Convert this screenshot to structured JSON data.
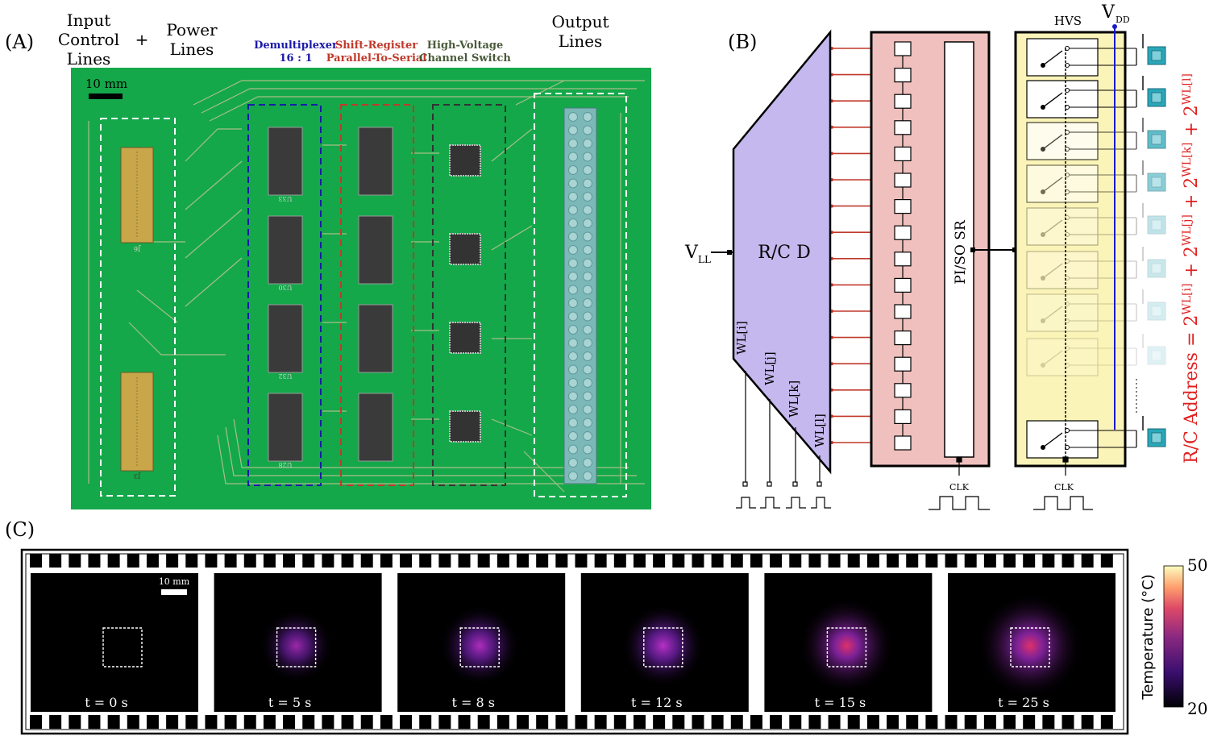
{
  "panels": {
    "a_label": "(A)",
    "b_label": "(B)",
    "c_label": "(C)"
  },
  "panel_a": {
    "headings": {
      "input_control": [
        "Input",
        "Control",
        "Lines"
      ],
      "plus": "+",
      "power": [
        "Power",
        "Lines"
      ],
      "output": [
        "Output",
        "Lines"
      ],
      "demux": [
        "Demultiplexer",
        "16 : 1"
      ],
      "shift": [
        "Shift-Register",
        "Parallel-To-Serial"
      ],
      "hv": [
        "High-Voltage",
        "Channel Switch"
      ]
    },
    "scale_bar": "10 mm",
    "connector_labels": [
      "J6",
      "J3"
    ],
    "chip_labels": [
      "U33",
      "U30",
      "U32",
      "U28"
    ],
    "colors": {
      "pcb": "#14a84a",
      "demux": "#1c1aa8",
      "shift": "#c0392b",
      "hv": "#4a5a3a"
    }
  },
  "panel_b": {
    "vll": "V",
    "vll_sub": "LL",
    "rcd": "R/C D",
    "wl_labels": [
      "WL[i]",
      "WL[j]",
      "WL[k]",
      "WL[l]"
    ],
    "piso": "PI/SO SR",
    "clk": "CLK",
    "hvs": "HVS",
    "vdd": "V",
    "vdd_sub": "DD",
    "address": {
      "prefix": "R/C Address = 2",
      "t1": "WL[i]",
      "p1": " + 2",
      "t2": "WL[j]",
      "p2": " + 2",
      "t3": "WL[k]",
      "p3": " + 2",
      "t4": "WL[l]"
    },
    "colors": {
      "rcd_fill": "#c4b8ee",
      "sr_fill": "#efc0bd",
      "hvs_fill": "#fbf4b8",
      "wire": "#c0392b",
      "vdd_line": "#1a1acc",
      "address": "#e02020",
      "pad": "#2aa7b8"
    }
  },
  "panel_c": {
    "scale_bar": "10 mm",
    "frames": [
      {
        "time": "t = 0 s",
        "intensity": 0.0
      },
      {
        "time": "t = 5 s",
        "intensity": 0.45
      },
      {
        "time": "t = 8 s",
        "intensity": 0.55
      },
      {
        "time": "t = 12 s",
        "intensity": 0.6
      },
      {
        "time": "t = 15 s",
        "intensity": 0.8
      },
      {
        "time": "t = 25 s",
        "intensity": 0.95
      }
    ],
    "colorbar": {
      "label": "Temperature (°C)",
      "max": "50",
      "min": "20"
    }
  }
}
